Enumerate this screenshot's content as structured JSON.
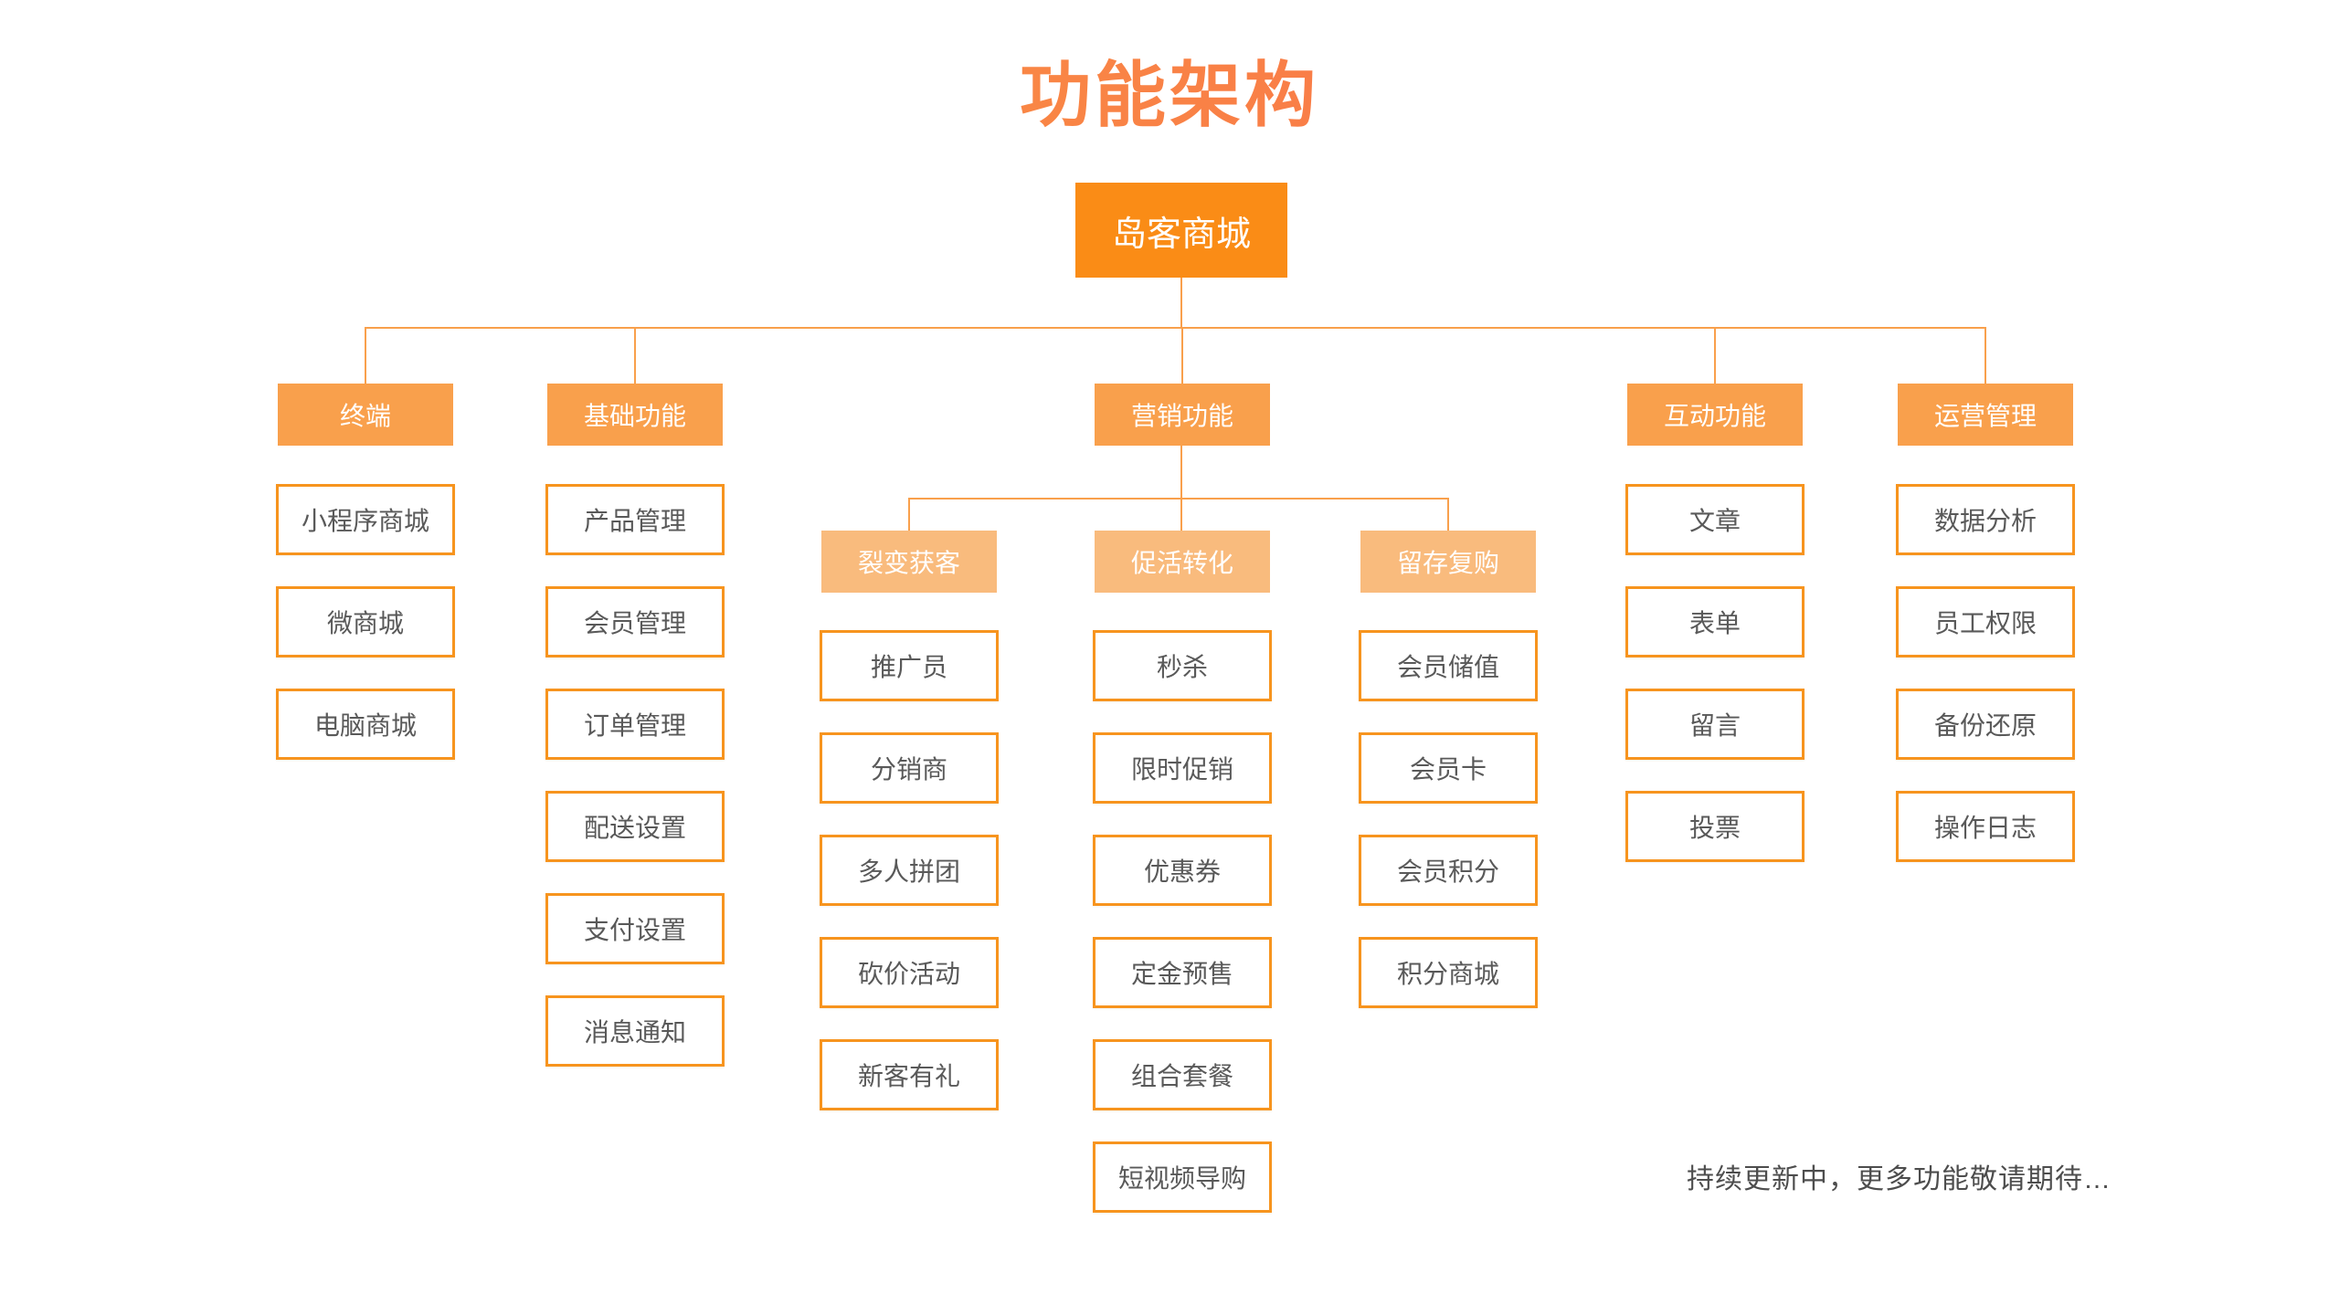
{
  "title": "功能架构",
  "root": {
    "label": "岛客商城"
  },
  "groups": [
    {
      "label": "终端",
      "children": [
        "小程序商城",
        "微商城",
        "电脑商城"
      ]
    },
    {
      "label": "基础功能",
      "children": [
        "产品管理",
        "会员管理",
        "订单管理",
        "配送设置",
        "支付设置",
        "消息通知"
      ]
    },
    {
      "label": "营销功能",
      "subgroups": [
        {
          "label": "裂变获客",
          "children": [
            "推广员",
            "分销商",
            "多人拼团",
            "砍价活动",
            "新客有礼"
          ]
        },
        {
          "label": "促活转化",
          "children": [
            "秒杀",
            "限时促销",
            "优惠券",
            "定金预售",
            "组合套餐",
            "短视频导购"
          ]
        },
        {
          "label": "留存复购",
          "children": [
            "会员储值",
            "会员卡",
            "会员积分",
            "积分商城"
          ]
        }
      ]
    },
    {
      "label": "互动功能",
      "children": [
        "文章",
        "表单",
        "留言",
        "投票"
      ]
    },
    {
      "label": "运营管理",
      "children": [
        "数据分析",
        "员工权限",
        "备份还原",
        "操作日志"
      ]
    }
  ],
  "footnote": "持续更新中，更多功能敬请期待…",
  "colors": {
    "root-fill": "#fa8c16",
    "l2-fill": "#f9a04c",
    "sub-fill": "#f9bb7d",
    "border": "#f7941e",
    "line": "#f9a04c",
    "leaf-text": "#595959",
    "title-from": "#f9a03c",
    "title-to": "#f96450"
  }
}
